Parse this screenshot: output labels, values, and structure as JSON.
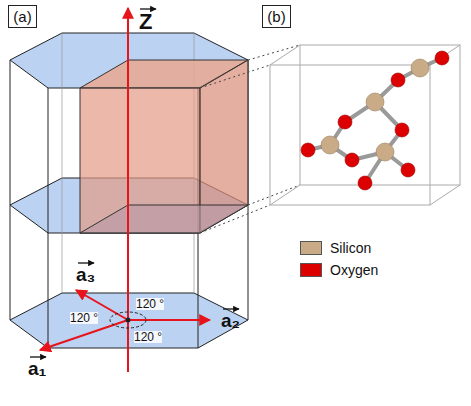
{
  "diagram": {
    "nodes": [
      {
        "text": [
          "(a)"
        ]
      },
      {
        "text": [
          "(b)"
        ]
      }
    ],
    "labels": [
      "Z",
      "a₃",
      "a₂",
      "a₁",
      "120 °",
      "120 °",
      "120 °"
    ],
    "legend": [
      {
        "text": "Silicon",
        "color": "#c9ab88"
      },
      {
        "text": "Oxygen",
        "color": "#dd0000"
      }
    ]
  }
}
